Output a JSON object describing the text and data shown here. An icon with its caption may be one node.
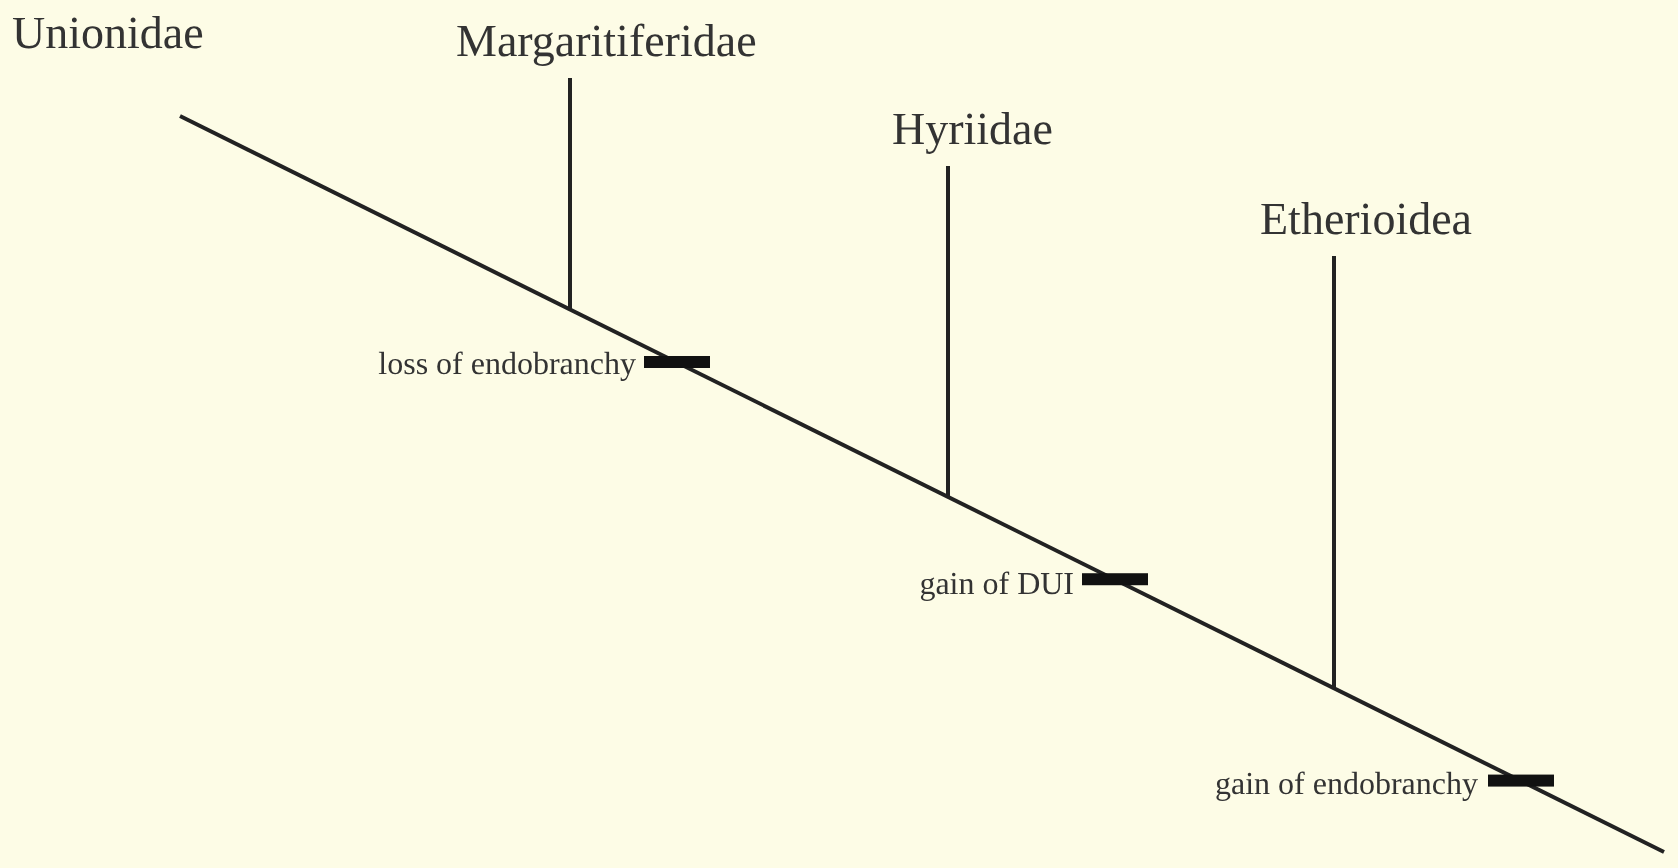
{
  "diagram": {
    "nodes": [
      {
        "text": [
          "Unionidae"
        ]
      },
      {
        "text": [
          "Margaritiferidae"
        ]
      },
      {
        "text": [
          "Hyriidae"
        ]
      },
      {
        "text": [
          "Etherioidea"
        ]
      }
    ],
    "edges": [
      {
        "from": 0,
        "to": null,
        "arrow": "none"
      },
      {
        "from": 1,
        "to": null,
        "arrow": "none"
      },
      {
        "from": 2,
        "to": null,
        "arrow": "none"
      },
      {
        "from": 3,
        "to": null,
        "arrow": "none"
      }
    ],
    "labels": [
      "loss of endobranchy",
      "gain of DUI",
      "gain of endobranchy"
    ]
  }
}
